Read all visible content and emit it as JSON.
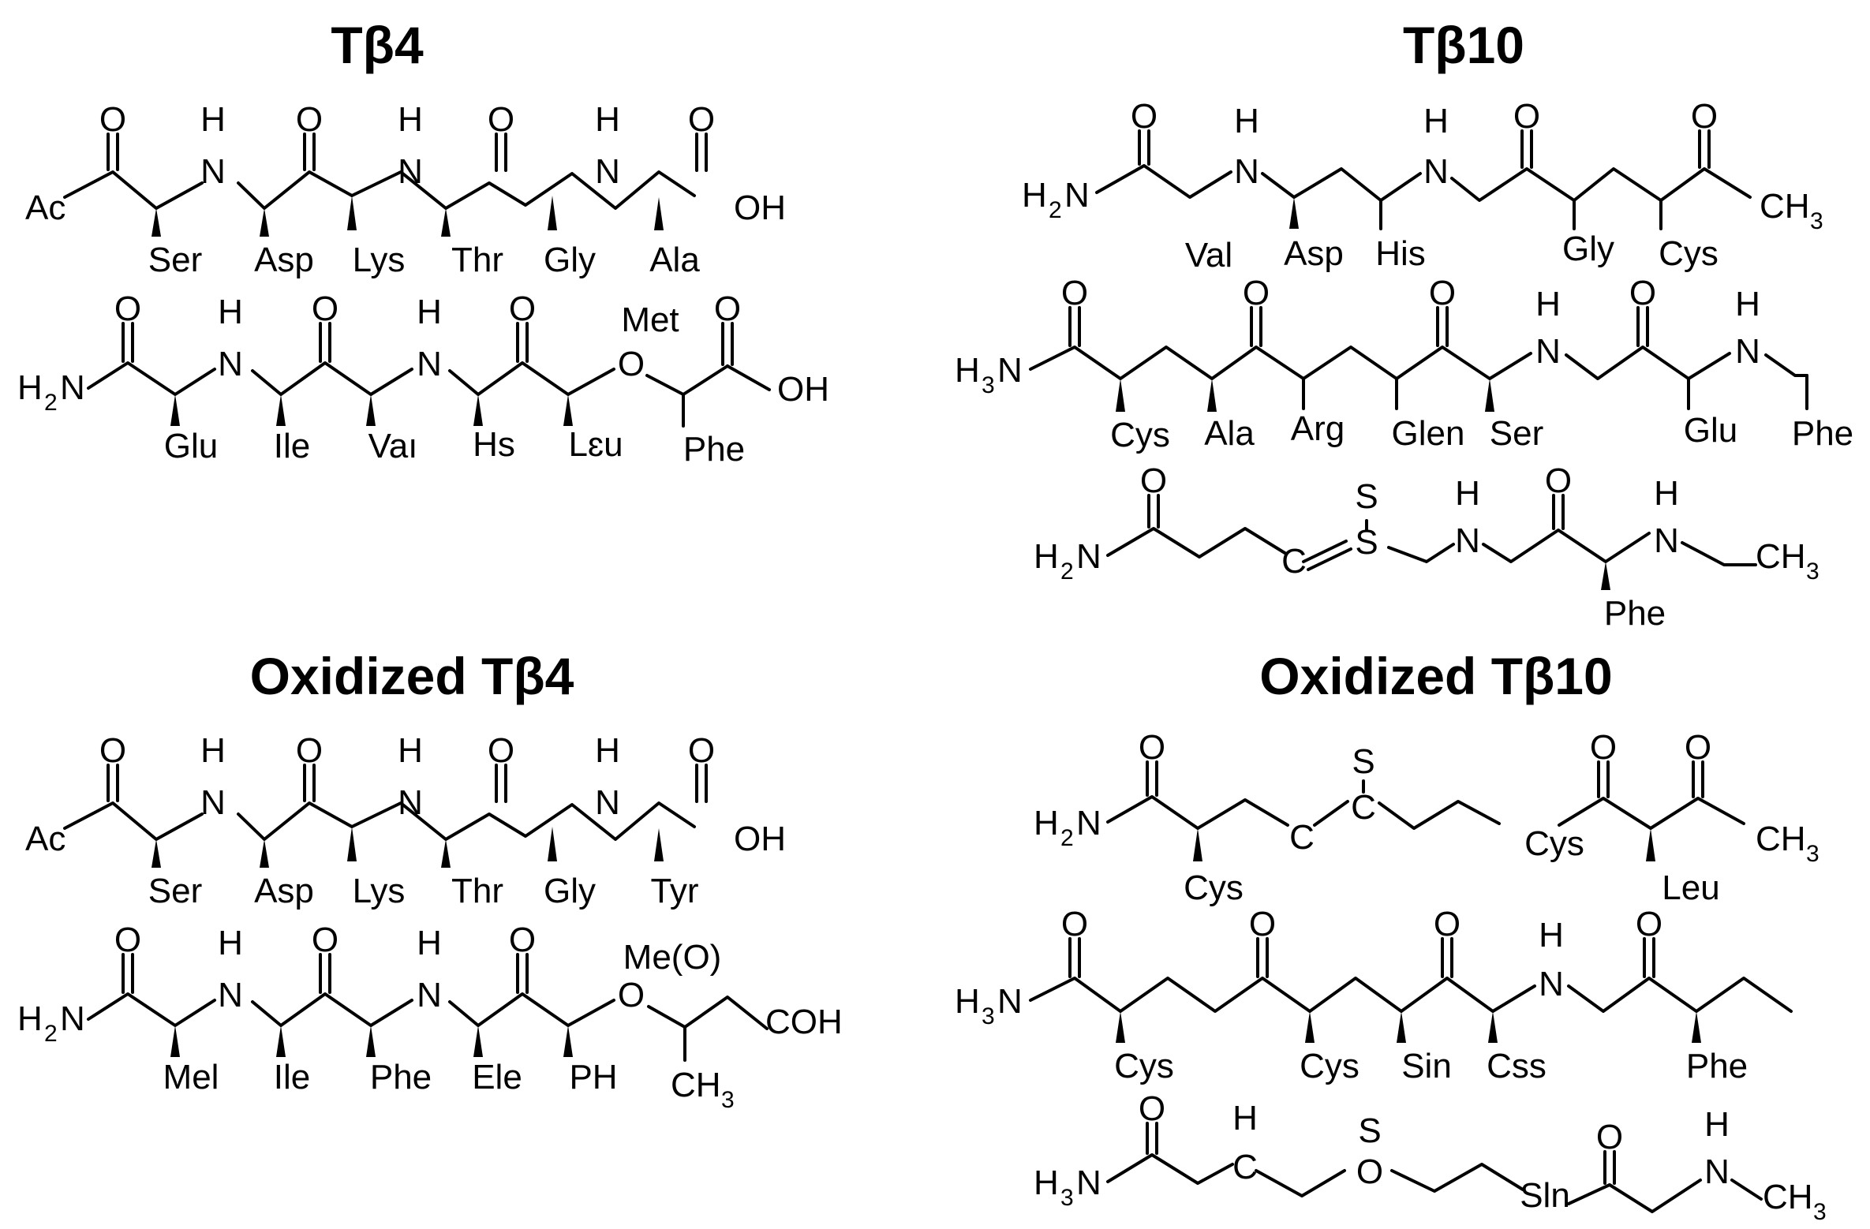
{
  "titles": {
    "tb4": "Tβ4",
    "tb10": "Tβ10",
    "ox_tb4": "Oxidized Tβ4",
    "ox_tb10": "Oxidized Tβ10"
  },
  "chains": {
    "tb4_row1": {
      "start": "Ac",
      "end": "OH",
      "carbonyl_O": "O",
      "nh_N": "N",
      "nh_H": "H",
      "residues": [
        "Ser",
        "Asp",
        "Lys",
        "Thr",
        "Gly",
        "Ala"
      ]
    },
    "tb4_row2": {
      "start_H": "H",
      "start_2": "2",
      "start_N": "N",
      "end": "OH",
      "carbonyl_O": "O",
      "nh_N": "N",
      "nh_H": "H",
      "met_label": "Met",
      "met_O": "O",
      "residues": [
        "Glu",
        "Ile",
        "Vaı",
        "Hs",
        "Lɛu",
        "Phe"
      ]
    },
    "tb10_row1": {
      "start_H": "H",
      "start_2": "2",
      "start_N": "N",
      "end_CH": "CH",
      "end_3": "3",
      "carbonyl_O": "O",
      "nh_N": "N",
      "nh_H": "H",
      "residues": [
        "Val",
        "Asp",
        "His",
        "Gly",
        "Cys"
      ]
    },
    "tb10_row2": {
      "start_H": "H",
      "start_3": "3",
      "start_N": "N",
      "carbonyl_O": "O",
      "nh_N": "N",
      "nh_H": "H",
      "residues": [
        "Cys",
        "Ala",
        "Arg",
        "Glen",
        "Ser",
        "Glu",
        "Phe"
      ]
    },
    "tb10_row3": {
      "start_H": "H",
      "start_2": "2",
      "start_N": "N",
      "end_CH": "CH",
      "end_3": "3",
      "carbonyl_O": "O",
      "nh_N": "N",
      "nh_H": "H",
      "c_label": "C",
      "s_label": "S",
      "residues": [
        "Phe"
      ]
    },
    "ox_tb4_row1": {
      "start": "Ac",
      "end": "OH",
      "carbonyl_O": "O",
      "nh_N": "N",
      "nh_H": "H",
      "residues": [
        "Ser",
        "Asp",
        "Lys",
        "Thr",
        "Gly",
        "Tyr"
      ]
    },
    "ox_tb4_row2": {
      "start_H": "H",
      "start_2": "2",
      "start_N": "N",
      "end": "COH",
      "carbonyl_O": "O",
      "nh_N": "N",
      "nh_H": "H",
      "meo_label": "Me(O)",
      "ether_O": "O",
      "ch3_CH": "CH",
      "ch3_3": "3",
      "residues": [
        "Mel",
        "Ile",
        "Phe",
        "Ele",
        "PH"
      ]
    },
    "ox_tb10_row1": {
      "start_H": "H",
      "start_2": "2",
      "start_N": "N",
      "end_CH": "CH",
      "end_3": "3",
      "carbonyl_O": "O",
      "c_label": "C",
      "s_label": "S",
      "residues": [
        "Cys",
        "Cys",
        "Leu"
      ]
    },
    "ox_tb10_row2": {
      "start_H": "H",
      "start_3": "3",
      "start_N": "N",
      "carbonyl_O": "O",
      "nh_N": "N",
      "nh_H": "H",
      "residues": [
        "Cys",
        "Cys",
        "Sin",
        "Css",
        "Phe"
      ]
    },
    "ox_tb10_row3": {
      "start_H": "H",
      "start_3": "3",
      "start_N": "N",
      "end_CH": "CH",
      "end_3": "3",
      "carbonyl_O": "O",
      "nh_N": "N",
      "nh_H": "H",
      "c_label": "C",
      "h_label": "H",
      "s_label": "S",
      "o_label": "O",
      "sln_label": "Sln"
    }
  }
}
